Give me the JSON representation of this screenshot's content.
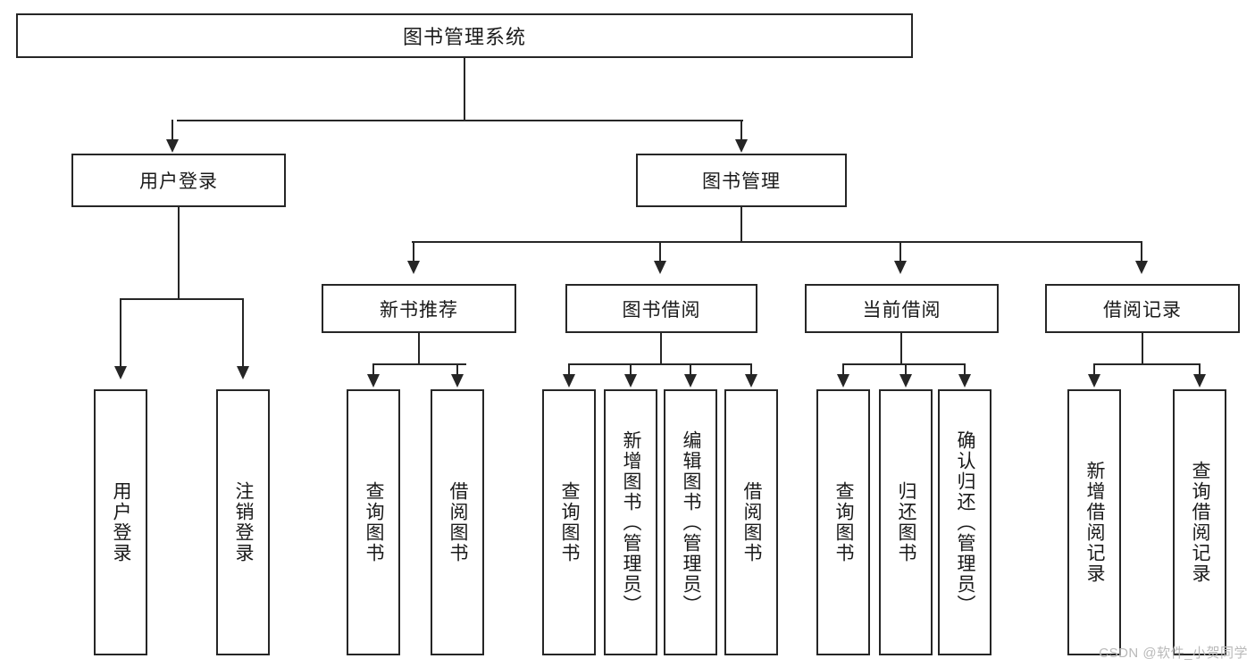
{
  "diagram": {
    "type": "tree",
    "title_node": {
      "label": "图书管理系统"
    },
    "level1": [
      {
        "label": "用户登录"
      },
      {
        "label": "图书管理"
      }
    ],
    "level2": [
      {
        "label": "新书推荐"
      },
      {
        "label": "图书借阅"
      },
      {
        "label": "当前借阅"
      },
      {
        "label": "借阅记录"
      }
    ],
    "leaves": {
      "user_login": [
        {
          "label": "用户登录"
        },
        {
          "label": "注销登录"
        }
      ],
      "new_book_recommend": [
        {
          "label": "查询图书"
        },
        {
          "label": "借阅图书"
        }
      ],
      "book_borrow": [
        {
          "label": "查询图书"
        },
        {
          "label": "新增图书（管理员）"
        },
        {
          "label": "编辑图书（管理员）"
        },
        {
          "label": "借阅图书"
        }
      ],
      "current_borrow": [
        {
          "label": "查询图书"
        },
        {
          "label": "归还图书"
        },
        {
          "label": "确认归还（管理员）"
        }
      ],
      "borrow_record": [
        {
          "label": "新增借阅记录"
        },
        {
          "label": "查询借阅记录"
        }
      ]
    }
  },
  "watermark": {
    "text": "CSDN @软件_小贺同学"
  },
  "colors": {
    "stroke": "#262626",
    "background": "#ffffff",
    "text": "#1a1a1a",
    "watermark": "#b9b9b9"
  }
}
